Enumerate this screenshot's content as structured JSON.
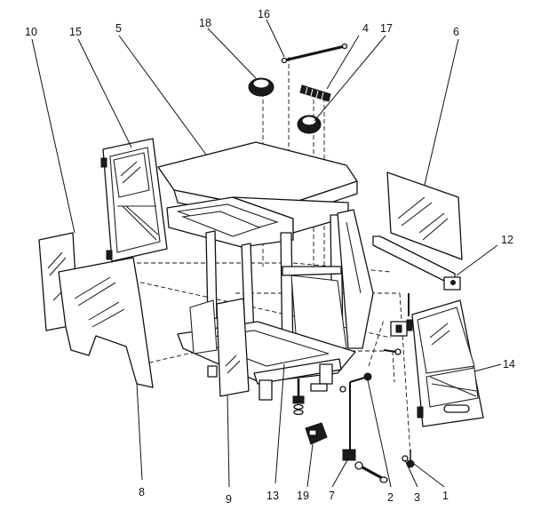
{
  "diagram": {
    "callouts": [
      "10",
      "15",
      "5",
      "18",
      "16",
      "4",
      "17",
      "6",
      "12",
      "14",
      "8",
      "9",
      "13",
      "19",
      "7",
      "2",
      "3",
      "1"
    ]
  }
}
